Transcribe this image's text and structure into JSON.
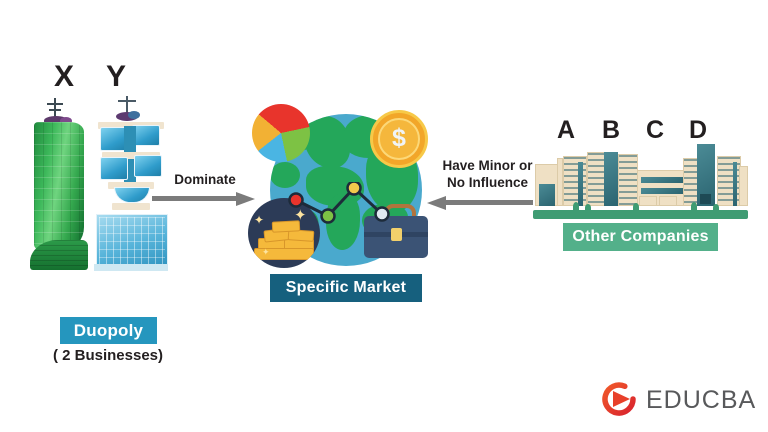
{
  "diagram": {
    "title": "Duopoly",
    "background_color": "#ffffff"
  },
  "left_group": {
    "name": "Duopoly",
    "company_letters": [
      "X",
      "Y"
    ],
    "letter_x": "X",
    "letter_y": "Y",
    "badge_label": "Duopoly",
    "badge_color": "#2596be",
    "sublabel": "( 2 Businesses)",
    "buildings": [
      {
        "letter": "X",
        "icon": "green-curved-skyscraper-icon",
        "color": "#2c9b49"
      },
      {
        "letter": "Y",
        "icon": "blue-modern-skyscraper-icon",
        "color": "#57b4da"
      }
    ]
  },
  "arrow_left": {
    "label": "Dominate",
    "direction": "right",
    "color": "#7b7b7b"
  },
  "arrow_right": {
    "label_line1": "Have Minor or",
    "label_line2": "No Influence",
    "direction": "left",
    "color": "#7b7b7b"
  },
  "center_group": {
    "badge_label": "Specific Market",
    "badge_color": "#16607e",
    "globe": {
      "icon": "globe-icon",
      "ocean_color": "#4aa9cd",
      "land_color": "#24a75a"
    },
    "overlays": [
      {
        "icon": "pie-chart-icon",
        "position": "top-left",
        "slices": [
          {
            "color": "#e8342c",
            "label": "red"
          },
          {
            "color": "#7dc244",
            "label": "green"
          },
          {
            "color": "#4ab5e3",
            "label": "blue"
          },
          {
            "color": "#f2b134",
            "label": "yellow"
          }
        ]
      },
      {
        "icon": "dollar-coin-icon",
        "position": "top-right",
        "symbol": "$",
        "color": "#f5b73c"
      },
      {
        "icon": "gold-bars-icon",
        "position": "bottom-left",
        "color": "#f5b93b"
      },
      {
        "icon": "briefcase-icon",
        "position": "bottom-right",
        "color": "#3b5375"
      },
      {
        "icon": "line-chart-icon",
        "position": "center",
        "points": [
          {
            "color": "#e8342c",
            "label": "red"
          },
          {
            "color": "#7dc244",
            "label": "green"
          },
          {
            "color": "#f2c94c",
            "label": "yellow"
          },
          {
            "color": "#dfe9f0",
            "label": "white"
          }
        ]
      }
    ]
  },
  "right_group": {
    "name": "Other Companies",
    "company_letters": [
      "A",
      "B",
      "C",
      "D"
    ],
    "letter_a": "A",
    "letter_b": "B",
    "letter_c": "C",
    "letter_d": "D",
    "badge_label": "Other Companies",
    "badge_color": "#53b08a",
    "buildings_icon": "office-buildings-skyline-icon",
    "grass_color": "#3f9c73"
  },
  "logo": {
    "brand": "EDUCBA",
    "mark_icon": "educba-play-circle-icon",
    "mark_color": "#e8402a",
    "text_color": "#58595b"
  }
}
